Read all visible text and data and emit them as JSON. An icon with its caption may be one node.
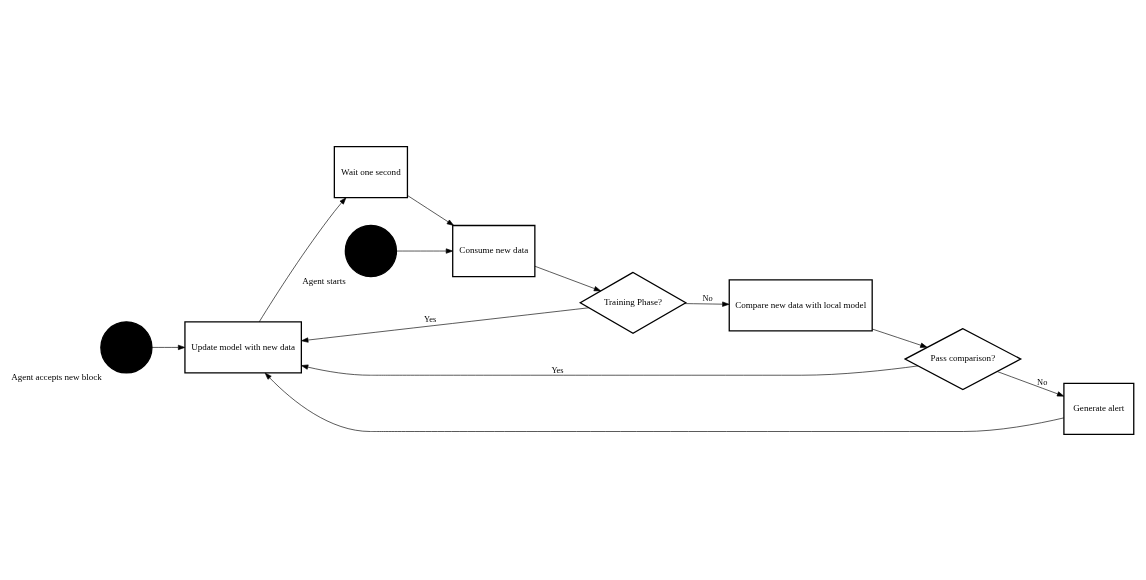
{
  "diagram": {
    "nodes": [
      {
        "text": [
          "Update model with new data"
        ]
      },
      {
        "text": [],
        "shape": "circle",
        "beside": [
          "Agent accepts new block"
        ]
      },
      {
        "text": [
          "Pass comparison?"
        ]
      },
      {
        "text": [
          "Generate alert"
        ]
      },
      {
        "text": [
          "Wait one second"
        ]
      },
      {
        "text": [
          "Training Phase?"
        ]
      },
      {
        "text": [
          "Consume new data"
        ]
      },
      {
        "text": [
          "Compare new data with local model"
        ]
      },
      {
        "text": [],
        "shape": "circle",
        "beside": [
          "Agent starts"
        ]
      }
    ],
    "edges": [
      {
        "from": 1,
        "to": 0,
        "arrow": "to"
      },
      {
        "from": 0,
        "to": 4,
        "arrow": "to"
      },
      {
        "from": 2,
        "to": 0,
        "arrow": "to",
        "label": "Yes"
      },
      {
        "from": 2,
        "to": 3,
        "arrow": "to",
        "label": "No"
      },
      {
        "from": 3,
        "to": 0,
        "arrow": "to"
      },
      {
        "from": 5,
        "to": 0,
        "arrow": "to",
        "label": "Yes"
      },
      {
        "from": 4,
        "to": 6,
        "arrow": "to"
      },
      {
        "from": 8,
        "to": 6,
        "arrow": "to"
      },
      {
        "from": 6,
        "to": 5,
        "arrow": "to"
      },
      {
        "from": 5,
        "to": 7,
        "arrow": "to",
        "label": "No"
      },
      {
        "from": 7,
        "to": 2,
        "arrow": "to"
      }
    ]
  }
}
